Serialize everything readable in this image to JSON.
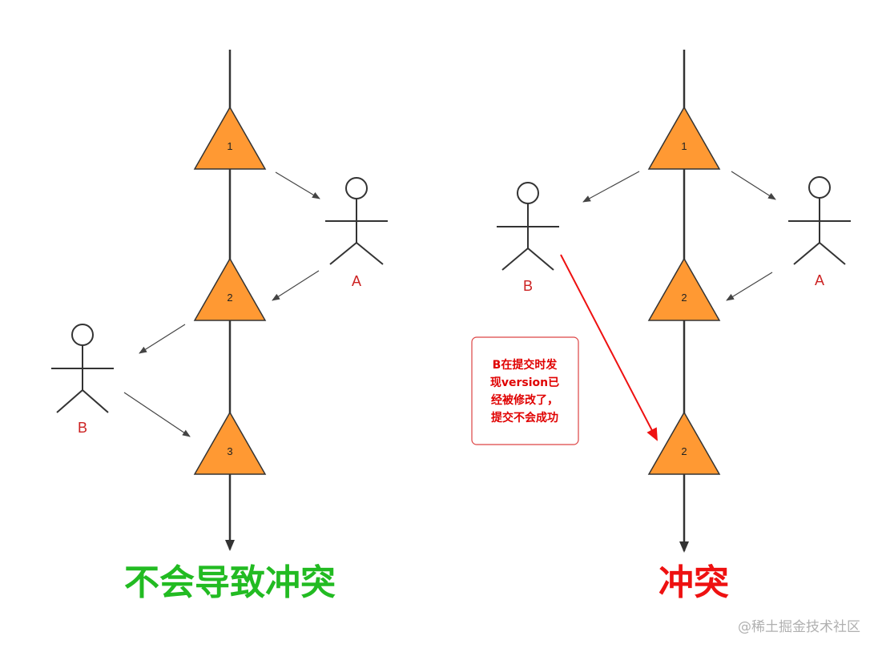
{
  "left": {
    "caption": "不会导致冲突",
    "caption_color": "#22BB22",
    "versions": [
      "1",
      "2",
      "3"
    ],
    "actor_a_label": "A",
    "actor_b_label": "B"
  },
  "right": {
    "caption": "冲突",
    "caption_color": "#EE1111",
    "versions": [
      "1",
      "2",
      "2"
    ],
    "actor_a_label": "A",
    "actor_b_label": "B",
    "note_lines": [
      "B在提交时发",
      "现version已",
      "经被修改了，",
      "提交不会成功"
    ]
  },
  "watermark": "@稀土掘金技术社区",
  "colors": {
    "triangle_fill": "#FF9933",
    "label_red": "#CC2222",
    "conflict_arrow": "#EE1111"
  }
}
